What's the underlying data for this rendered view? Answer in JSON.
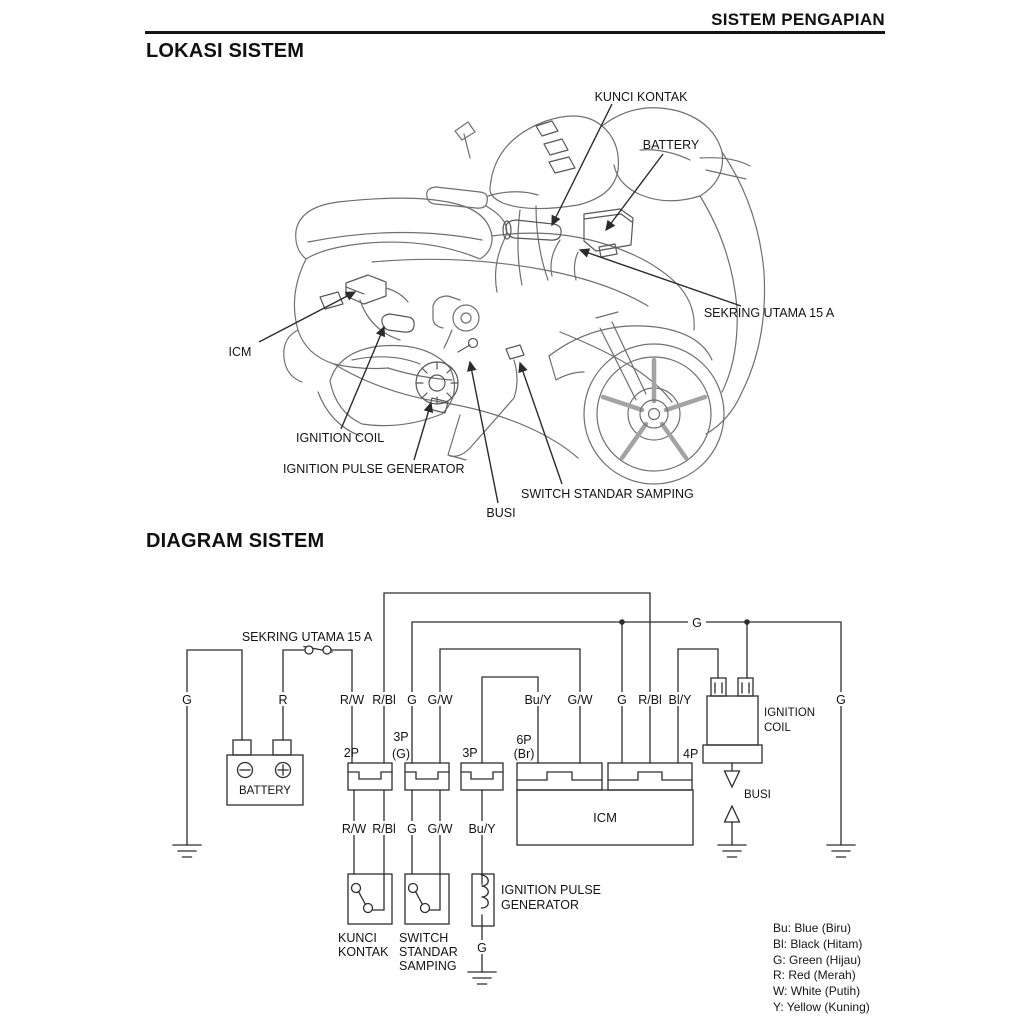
{
  "page": {
    "header_title": "SISTEM PENGAPIAN"
  },
  "location": {
    "title": "LOKASI SISTEM",
    "labels": {
      "kunci_kontak": "KUNCI KONTAK",
      "battery": "BATTERY",
      "sekring": "SEKRING UTAMA 15 A",
      "icm": "ICM",
      "ignition_coil": "IGNITION COIL",
      "pulse_generator": "IGNITION PULSE GENERATOR",
      "busi": "BUSI",
      "switch_standar": "SWITCH STANDAR SAMPING"
    }
  },
  "diagram": {
    "title": "DIAGRAM SISTEM",
    "fuse_label": "SEKRING UTAMA 15 A",
    "components": {
      "battery": "BATTERY",
      "icm": "ICM",
      "busi": "BUSI",
      "ignition_coil": [
        "IGNITION",
        "COIL"
      ],
      "pulse_generator": [
        "IGNITION PULSE",
        "GENERATOR"
      ],
      "kunci_kontak": [
        "KUNCI",
        "KONTAK"
      ],
      "switch_standar": [
        "SWITCH",
        "STANDAR",
        "SAMPING"
      ]
    },
    "connectors": {
      "p2": "2P",
      "p3g": "3P",
      "p3g_color": "(G)",
      "p3": "3P",
      "p6": "6P",
      "p6_color": "(Br)",
      "p4": "4P"
    },
    "wires": {
      "g": "G",
      "r": "R",
      "rw": "R/W",
      "rbl": "R/Bl",
      "gw": "G/W",
      "buy": "Bu/Y",
      "bly": "Bl/Y"
    }
  },
  "legend": [
    "Bu: Blue (Biru)",
    "Bl: Black (Hitam)",
    "G: Green (Hijau)",
    "R: Red (Merah)",
    "W: White (Putih)",
    "Y: Yellow (Kuning)"
  ]
}
